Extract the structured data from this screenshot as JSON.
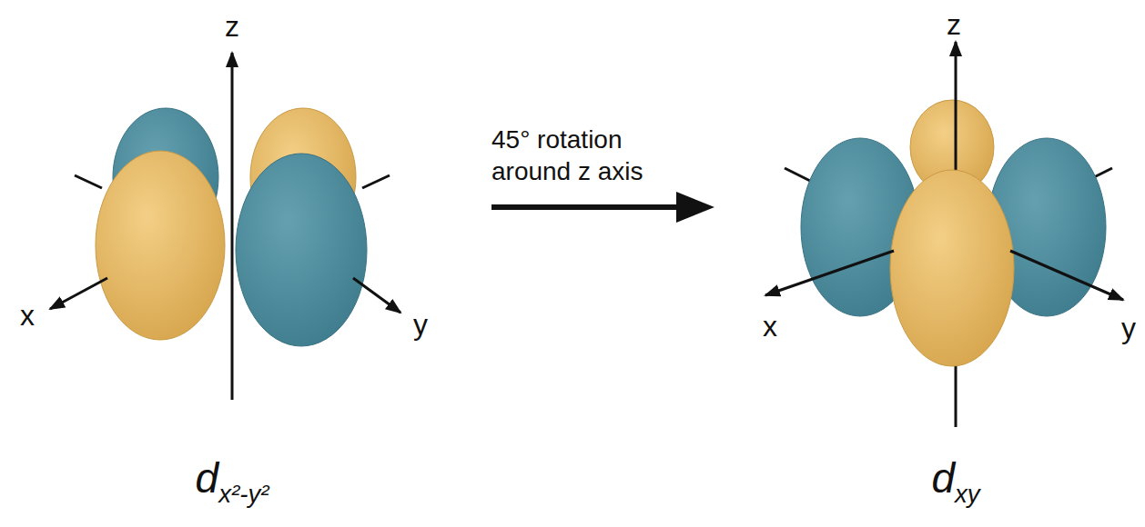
{
  "diagram": {
    "nodes": [
      {
        "text": [
          "dx²-y²"
        ]
      },
      {
        "text": [
          "dxy"
        ]
      }
    ],
    "edges": [
      {
        "from": 0,
        "to": 1,
        "arrow": "to",
        "label": "45° rotation around z axis"
      }
    ],
    "labels": [
      "z",
      "x",
      "y",
      "z",
      "x",
      "y"
    ]
  }
}
